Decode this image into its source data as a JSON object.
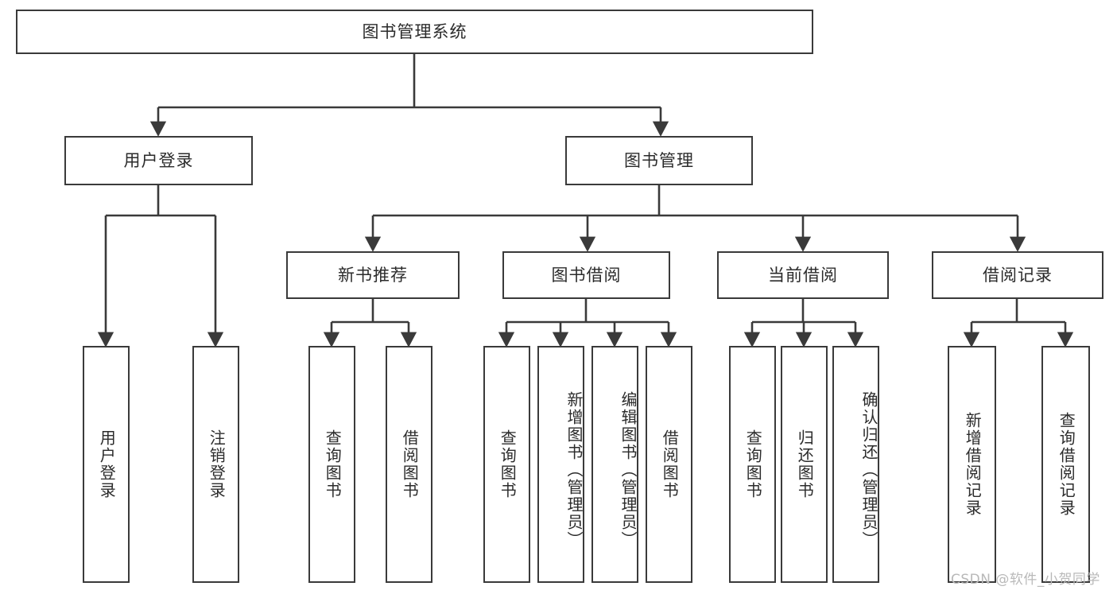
{
  "diagram": {
    "title": "图书管理系统",
    "type": "hierarchy-tree",
    "watermark": "CSDN @软件_小贺同学",
    "colors": {
      "stroke": "#3a3a3a",
      "text": "#2b2b2b",
      "background": "#ffffff",
      "watermark": "#b9b9b9"
    },
    "root": {
      "id": "root",
      "label": "图书管理系统"
    },
    "level2": [
      {
        "id": "user-login",
        "label": "用户登录"
      },
      {
        "id": "book-manage",
        "label": "图书管理"
      }
    ],
    "level3": [
      {
        "id": "new-book-recommend",
        "label": "新书推荐"
      },
      {
        "id": "book-borrow",
        "label": "图书借阅"
      },
      {
        "id": "current-borrow",
        "label": "当前借阅"
      },
      {
        "id": "borrow-record",
        "label": "借阅记录"
      }
    ],
    "leaves": {
      "user_login": [
        {
          "id": "leaf-user-login",
          "label": "用户登录"
        },
        {
          "id": "leaf-logout",
          "label": "注销登录"
        }
      ],
      "new_book_recommend": [
        {
          "id": "leaf-query-book-1",
          "label": "查询图书"
        },
        {
          "id": "leaf-borrow-book-1",
          "label": "借阅图书"
        }
      ],
      "book_borrow": [
        {
          "id": "leaf-query-book-2",
          "label": "查询图书"
        },
        {
          "id": "leaf-add-book",
          "label": "新增图书（管理员）"
        },
        {
          "id": "leaf-edit-book",
          "label": "编辑图书（管理员）"
        },
        {
          "id": "leaf-borrow-book-2",
          "label": "借阅图书"
        }
      ],
      "current_borrow": [
        {
          "id": "leaf-query-book-3",
          "label": "查询图书"
        },
        {
          "id": "leaf-return-book",
          "label": "归还图书"
        },
        {
          "id": "leaf-confirm-return",
          "label": "确认归还（管理员）"
        }
      ],
      "borrow_record": [
        {
          "id": "leaf-add-record",
          "label": "新增借阅记录"
        },
        {
          "id": "leaf-query-record",
          "label": "查询借阅记录"
        }
      ]
    }
  }
}
